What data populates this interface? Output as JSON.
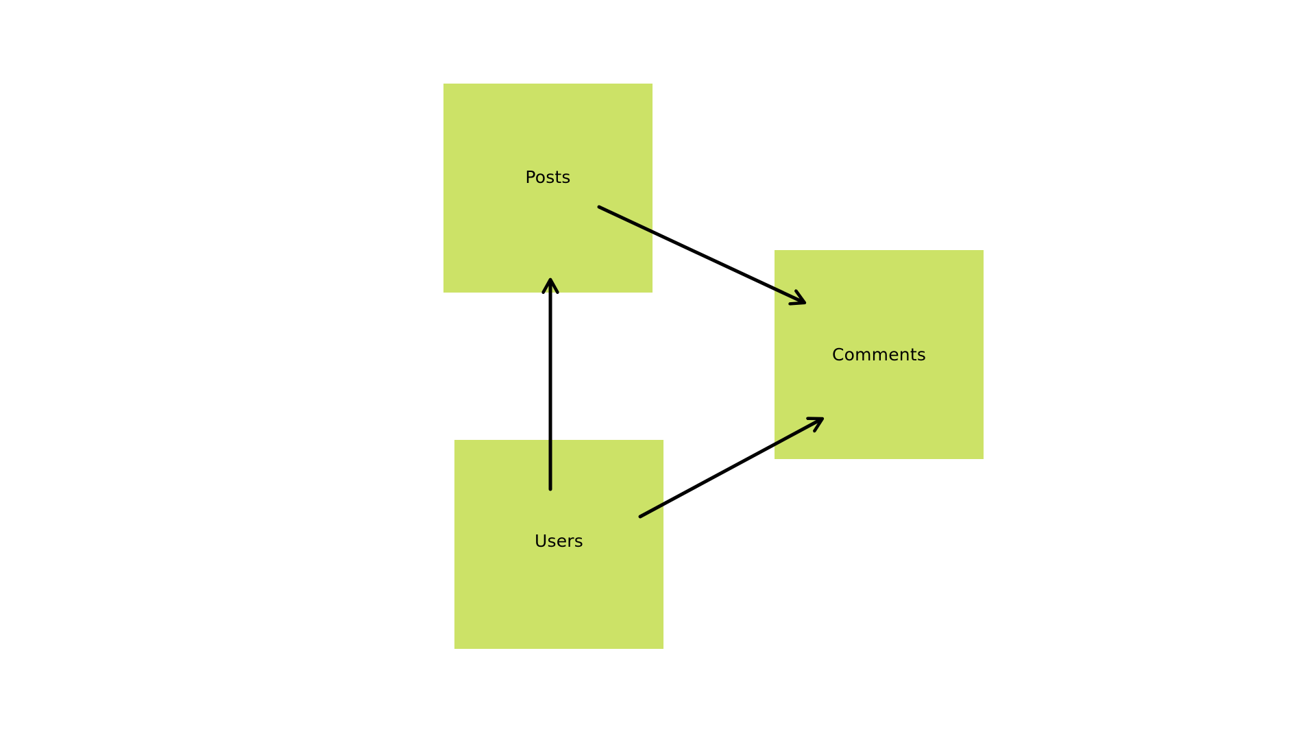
{
  "diagram": {
    "node_color": "#cce267",
    "edge_color": "#000000",
    "nodes": [
      {
        "id": "posts",
        "label": "Posts"
      },
      {
        "id": "comments",
        "label": "Comments"
      },
      {
        "id": "users",
        "label": "Users"
      }
    ],
    "edges": [
      {
        "from": "posts",
        "to": "comments"
      },
      {
        "from": "users",
        "to": "posts"
      },
      {
        "from": "users",
        "to": "comments"
      }
    ]
  }
}
